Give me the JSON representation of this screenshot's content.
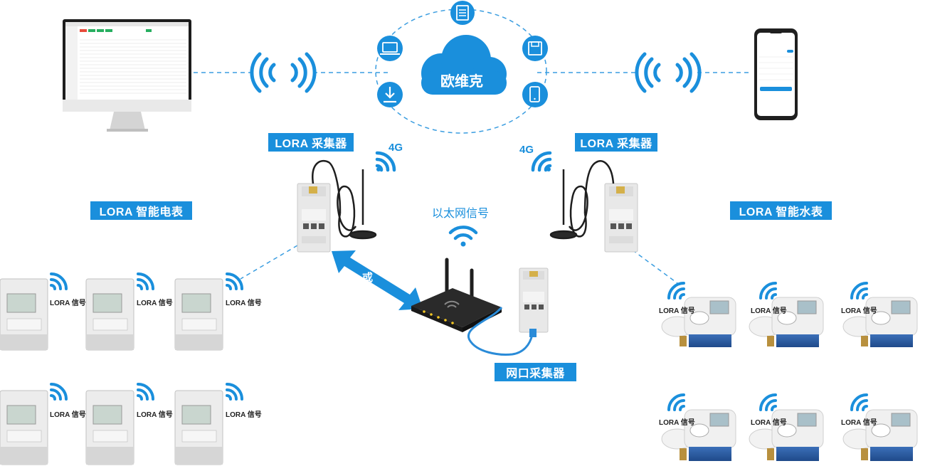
{
  "cloud": {
    "label": "欧维克"
  },
  "labels": {
    "collector_left": "LORA 采集器",
    "collector_right": "LORA 采集器",
    "signal_4g_left": "4G",
    "signal_4g_right": "4G",
    "electric_meter": "LORA 智能电表",
    "water_meter": "LORA 智能水表",
    "ethernet_signal": "以太网信号",
    "or": "或",
    "net_collector": "网口采集器"
  },
  "meter_signal_label": "LORA 信号",
  "colors": {
    "accent": "#1a8fdc",
    "dashed_line": "#3a9de0",
    "device_gray": "#e8e8e8"
  },
  "icons": [
    "monitor-icon",
    "phone-icon",
    "cloud-icon",
    "laptop-icon",
    "document-icon",
    "save-icon",
    "download-icon",
    "mobile-icon",
    "wifi-icon",
    "router-icon",
    "antenna-icon",
    "electric-meter-icon",
    "water-meter-icon"
  ]
}
